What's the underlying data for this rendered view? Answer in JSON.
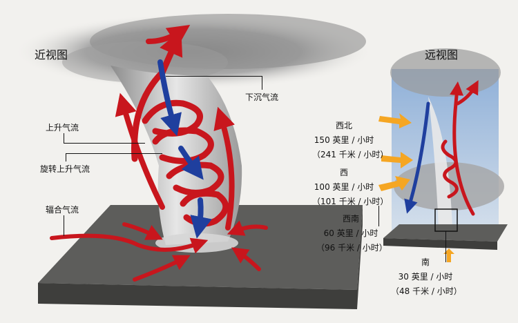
{
  "left_view": {
    "title": "近视图",
    "labels": {
      "downdraft": "下沉气流",
      "updraft": "上升气流",
      "rotating_updraft": "旋转上升气流",
      "convergent_flow": "辐合气流"
    }
  },
  "right_view": {
    "title": "远视图",
    "directions": [
      {
        "dir": "西北",
        "mph": "150 英里 / 小时",
        "kmh": "（241 千米 / 小时）"
      },
      {
        "dir": "西",
        "mph": "100 英里 / 小时",
        "kmh": "（101 千米 / 小时）"
      },
      {
        "dir": "西南",
        "mph": "60 英里 / 小时",
        "kmh": "（96 千米 / 小时）"
      },
      {
        "dir": "南",
        "mph": "30 英里 / 小时",
        "kmh": "（48 千米 / 小时）"
      }
    ]
  },
  "colors": {
    "updraft": "#c8161d",
    "downdraft": "#1f3f9e",
    "wind_arrow": "#f5a623",
    "ground": "#5a5a5a",
    "sky": "#9fb8d8"
  }
}
